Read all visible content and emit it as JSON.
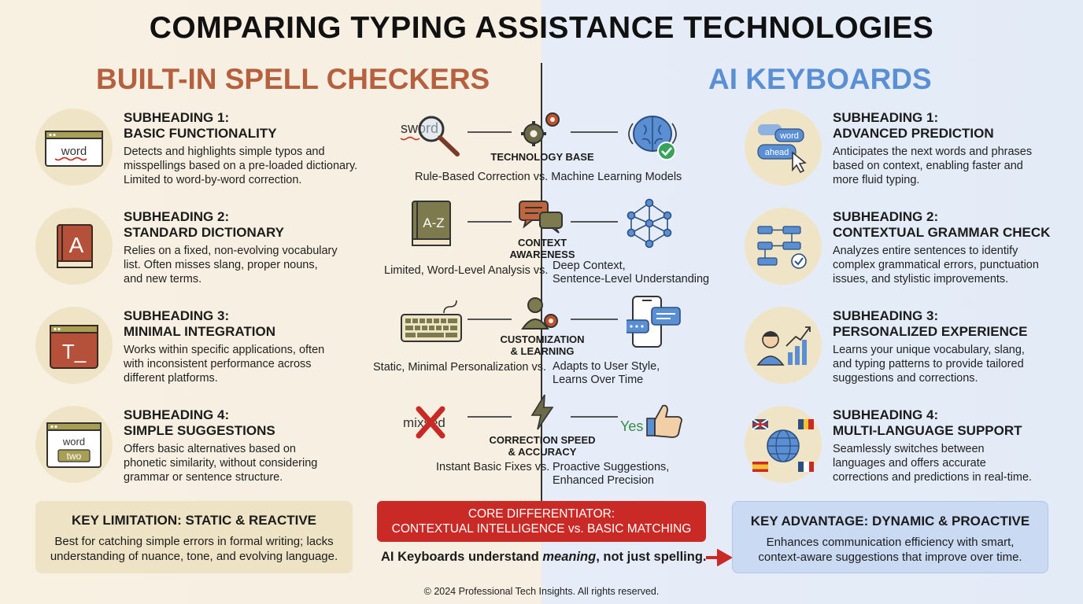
{
  "title": "COMPARING TYPING ASSISTANCE TECHNOLOGIES",
  "left": {
    "heading": "BUILT-IN SPELL CHECKERS",
    "items": [
      {
        "num": "SUBHEADING 1:",
        "title": "BASIC FUNCTIONALITY",
        "desc": [
          "Detects and highlights simple typos and",
          "misspellings based on a pre-loaded dictionary.",
          "Limited to word-by-word correction."
        ],
        "icon": "browser-word-icon",
        "icon_text": "word"
      },
      {
        "num": "SUBHEADING 2:",
        "title": "STANDARD DICTIONARY",
        "desc": [
          "Relies on a fixed, non-evolving vocabulary",
          "list. Often misses slang, proper nouns,",
          "and new terms."
        ],
        "icon": "dictionary-book-icon",
        "icon_text": "A"
      },
      {
        "num": "SUBHEADING 3:",
        "title": "MINIMAL INTEGRATION",
        "desc": [
          "Works within specific applications, often",
          "with inconsistent performance across",
          "different platforms."
        ],
        "icon": "terminal-window-icon",
        "icon_text": "T_"
      },
      {
        "num": "SUBHEADING 4:",
        "title": "SIMPLE SUGGESTIONS",
        "desc": [
          "Offers basic alternatives based on",
          "phonetic similarity, without considering",
          "grammar or sentence structure."
        ],
        "icon": "suggestion-window-icon",
        "icon_text": [
          "word",
          "two"
        ]
      }
    ]
  },
  "right": {
    "heading": "AI KEYBOARDS",
    "items": [
      {
        "num": "SUBHEADING 1:",
        "title": "ADVANCED PREDICTION",
        "desc": [
          "Anticipates the next words and phrases",
          "based on context, enabling faster and",
          "more fluid typing."
        ],
        "icon": "prediction-bubbles-icon",
        "icon_text": [
          "word",
          "ahead"
        ]
      },
      {
        "num": "SUBHEADING 2:",
        "title": "CONTEXTUAL GRAMMAR CHECK",
        "desc": [
          "Analyzes entire sentences to identify",
          "complex grammatical errors, punctuation",
          "issues, and stylistic improvements."
        ],
        "icon": "flowchart-check-icon"
      },
      {
        "num": "SUBHEADING 3:",
        "title": "PERSONALIZED EXPERIENCE",
        "desc": [
          "Learns your unique vocabulary, slang,",
          "and typing patterns to provide tailored",
          "suggestions and corrections."
        ],
        "icon": "user-growth-chart-icon"
      },
      {
        "num": "SUBHEADING 4:",
        "title": "MULTI-LANGUAGE SUPPORT",
        "desc": [
          "Seamlessly switches between",
          "languages and offers accurate",
          "corrections and predictions in real-time."
        ],
        "icon": "globe-flags-icon"
      }
    ]
  },
  "center": [
    {
      "label": [
        "TECHNOLOGY BASE"
      ],
      "left_desc": [
        "Rule-Based Correction vs. Machine Learning Models"
      ],
      "right_desc": [],
      "left_icon": "magnifier-sword-icon",
      "left_icon_text": "sword",
      "mid_icon": "gears-icon",
      "right_icon": "brain-check-icon"
    },
    {
      "label": [
        "CONTEXT",
        "AWARENESS"
      ],
      "left_desc": [
        "Limited, Word-Level Analysis vs."
      ],
      "right_desc": [
        "Deep Context,",
        "Sentence-Level Understanding"
      ],
      "left_icon": "az-book-icon",
      "left_icon_text": "A-Z",
      "mid_icon": "chat-bubbles-icon",
      "right_icon": "neural-network-icon"
    },
    {
      "label": [
        "CUSTOMIZATION",
        "& LEARNING"
      ],
      "left_desc": [
        "Static, Minimal Personalization vs."
      ],
      "right_desc": [
        "Adapts to User Style,",
        "Learns Over Time"
      ],
      "left_icon": "keyboard-icon",
      "mid_icon": "user-gear-icon",
      "right_icon": "phone-chat-icon"
    },
    {
      "label": [
        "CORRECTION SPEED",
        "& ACCURACY"
      ],
      "left_desc": [
        "Instant Basic Fixes vs."
      ],
      "right_desc": [
        "Proactive Suggestions,",
        "Enhanced Precision"
      ],
      "left_icon": "crossed-mistake-icon",
      "left_icon_text": "mixsed",
      "mid_icon": "lightning-icon",
      "right_icon": "yes-thumbs-up-icon",
      "right_icon_text": "Yes"
    }
  ],
  "bottom": {
    "left_title": "KEY LIMITATION: STATIC & REACTIVE",
    "left_body": [
      "Best for catching simple errors in formal writing; lacks",
      "understanding of nuance, tone, and evolving language."
    ],
    "core_line1": "CORE DIFFERENTIATOR:",
    "core_line2": "CONTEXTUAL INTELLIGENCE vs. BASIC MATCHING",
    "tag_pre": "AI Keyboards understand ",
    "tag_em": "meaning",
    "tag_post": ", not just spelling.",
    "right_title": "KEY ADVANTAGE: DYNAMIC & PROACTIVE",
    "right_body": [
      "Enhances communication efficiency with smart,",
      "context-aware suggestions that improve over time."
    ]
  },
  "footer": "© 2024 Professional Tech Insights. All rights reserved.",
  "colors": {
    "left_accent": "#b5603f",
    "right_accent": "#5b8fd3",
    "core_red": "#c92a25",
    "circle": "#f0e4c6"
  }
}
